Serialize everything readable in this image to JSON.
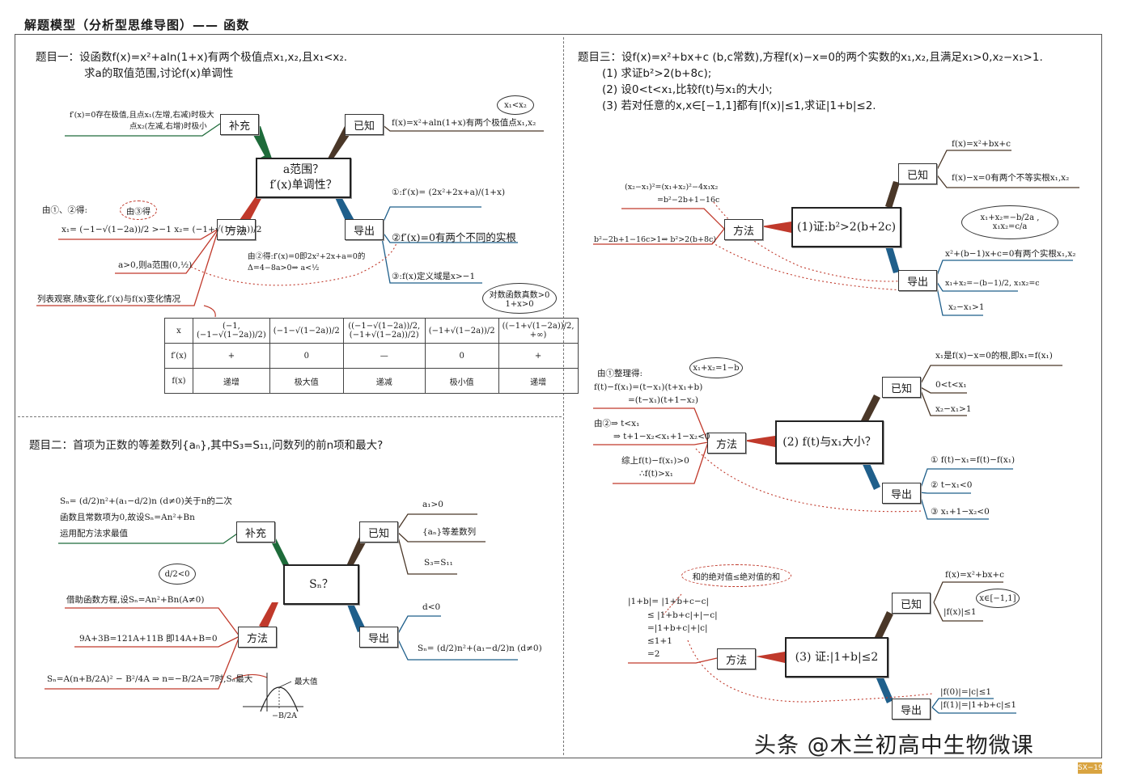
{
  "header": {
    "title": "解题模型（分析型思维导图）—— 函数"
  },
  "labels": {
    "known": "已知",
    "method": "方法",
    "derive": "导出",
    "supplement": "补充"
  },
  "p1": {
    "title_line1": "题目一：设函数f(x)=x²+aln(1+x)有两个极值点x₁,x₂,且x₁<x₂.",
    "title_line2": "求a的取值范围,讨论f(x)单调性",
    "center_line1": "a范围？",
    "center_line2": "f′(x)单调性？",
    "supp_line1": "f′(x)=0存在极值,且点x₁(左增,右减)时极大",
    "supp_line2": "点x₂(左减,右增)时极小",
    "known_text": "f(x)=x²+aln(1+x)有两个极值点x₁,x₂",
    "bubble_x": "x₁<x₂",
    "method_by": "由①、②得:",
    "method_x1": "x₁= (−1−√(1−2a))/2 >−1   x₂= (−1+√(1−2a))/2",
    "bubble_from3": "由③得",
    "method_a": "a>0,则a范围(0,½)",
    "method_table": "列表观察,随x变化,f′(x)与f(x)变化情况",
    "mid_note1": "由②得:f′(x)=0即2x²+2x+a=0的",
    "mid_note2": "Δ=4−8a>0⇒ a<½",
    "derive1": "①:f′(x)= (2x²+2x+a)/(1+x)",
    "derive2": "②f′(x)=0有两个不同的实根",
    "derive3": "③:f(x)定义域是x>−1",
    "bubble_domain1": "对数函数真数>0",
    "bubble_domain2": "1+x>0",
    "table": {
      "rows": [
        [
          "x",
          "(−1, (−1−√(1−2a))/2)",
          "(−1−√(1−2a))/2",
          "((−1−√(1−2a))/2, (−1+√(1−2a))/2)",
          "(−1+√(1−2a))/2",
          "((−1+√(1−2a))/2, +∞)"
        ],
        [
          "f′(x)",
          "+",
          "0",
          "—",
          "0",
          "+"
        ],
        [
          "f(x)",
          "递增",
          "极大值",
          "递减",
          "极小值",
          "递增"
        ]
      ]
    }
  },
  "p2": {
    "title": "题目二：首项为正数的等差数列{aₙ},其中S₃=S₁₁,问数列的前n项和最大?",
    "center": "Sₙ？",
    "supp_line1": "Sₙ= (d/2)n²+(a₁−d/2)n (d≠0)关于n的二次",
    "supp_line2": "函数且常数项为0,故设Sₙ=An²+Bn",
    "supp_line3": "运用配方法求最值",
    "known1": "a₁>0",
    "known2": "{aₙ}等差数列",
    "known3": "S₃=S₁₁",
    "derive1": "d<0",
    "derive2": "Sₙ= (d/2)n²+(a₁−d/2)n (d≠0)",
    "bubble_d": "d/2<0",
    "method1": "借助函数方程,设Sₙ=An²+Bn(A≠0)",
    "method2": "9A+3B=121A+11B  即14A+B=0",
    "method3": "Sₙ=A(n+B/2A)² − B²/4A ⇒ n=−B/2A=7时,Sₙ最大",
    "graph_label": "最大值",
    "graph_axis": "−B/2A"
  },
  "p3": {
    "title": "题目三：设f(x)=x²+bx+c (b,c常数),方程f(x)−x=0的两个实数的x₁,x₂,且满足x₁>0,x₂−x₁>1.",
    "sub1": "(1) 求证b²>2(b+8c);",
    "sub2": "(2) 设0<t<x₁,比较f(t)与x₁的大小;",
    "sub3": "(3) 若对任意的x,x∈[−1,1]都有|f(x)|≤1,求证|1+b|≤2.",
    "c1": {
      "center": "(1)证:b²>2(b+2c)",
      "known1": "f(x)=x²+bx+c",
      "known2": "f(x)−x=0有两个不等实根x₁,x₂",
      "bubble": "x₁+x₂=−b/2a , x₁x₂=c/a",
      "derive1": "x²+(b−1)x+c=0有两个实根x₁,x₂",
      "derive2": "x₁+x₂=−(b−1)/2, x₁x₂=c",
      "derive3": "x₂−x₁>1",
      "method1": "(x₂−x₁)²=(x₁+x₂)²−4x₁x₂",
      "method2": "=b²−2b+1−16c",
      "method3": "b²−2b+1−16c>1⇒ b²>2(b+8c)"
    },
    "c2": {
      "center": "(2) f(t)与x₁大小？",
      "known1": "x₁是f(x)−x=0的根,即x₁=f(x₁)",
      "known2": "0<t<x₁",
      "known3": "x₂−x₁>1",
      "bubble": "x₁+x₂=1−b",
      "method_head": "由①整理得:",
      "method1": "f(t)−f(x₁)=(t−x₁)(t+x₁+b)",
      "method2": "=(t−x₁)(t+1−x₂)",
      "method3": "由②⇒ t<x₁",
      "method4": "⇒ t+1−x₂<x₁+1−x₂<0",
      "method5": "综上f(t)−f(x₁)>0",
      "method6": "∴f(t)>x₁",
      "derive1": "① f(t)−x₁=f(t)−f(x₁)",
      "derive2": "② t−x₁<0",
      "derive3": "③ x₁+1−x₂<0"
    },
    "c3": {
      "center": "(3) 证:|1+b|≤2",
      "bubble_sum": "和的绝对值≤绝对值的和",
      "known1": "f(x)=x²+bx+c",
      "known2": "|f(x)|≤1",
      "bubble_range": "x∈[−1,1]",
      "method1": "|1+b|= |1+b+c−c|",
      "method2": "≤ |1+b+c|+|−c|",
      "method3": "=|1+b+c|+|c|",
      "method4": "≤1+1",
      "method5": "=2",
      "derive1": "|f(0)|=|c|≤1",
      "derive2": "|f(1)|=|1+b+c|≤1"
    }
  },
  "footer": {
    "watermark": "头条 @木兰初高中生物微课",
    "page": "SX−19"
  },
  "colors": {
    "known_branch": "#4a3728",
    "method_branch": "#c0392b",
    "derive_branch": "#1f5f8b",
    "supplement_branch": "#1e6b3a"
  }
}
